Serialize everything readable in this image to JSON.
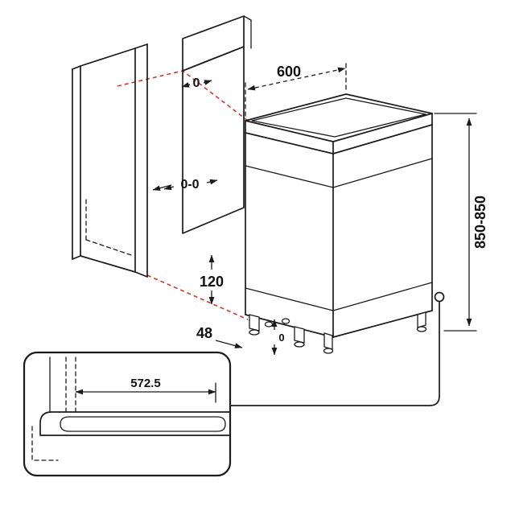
{
  "diagram": {
    "type": "appliance-installation-dimension-diagram",
    "dimensions": {
      "top_gap": "0",
      "side_gap": "0-0",
      "width": "600",
      "height": "850-850",
      "plinth_height": "120",
      "foot_height": "48",
      "feet_adjust": "0",
      "detail_width": "572.5"
    },
    "colors": {
      "line": "#1b1b1b",
      "panel_fill": "#aeaeae",
      "alignment": "#d33a2c",
      "background": "#ffffff"
    }
  }
}
